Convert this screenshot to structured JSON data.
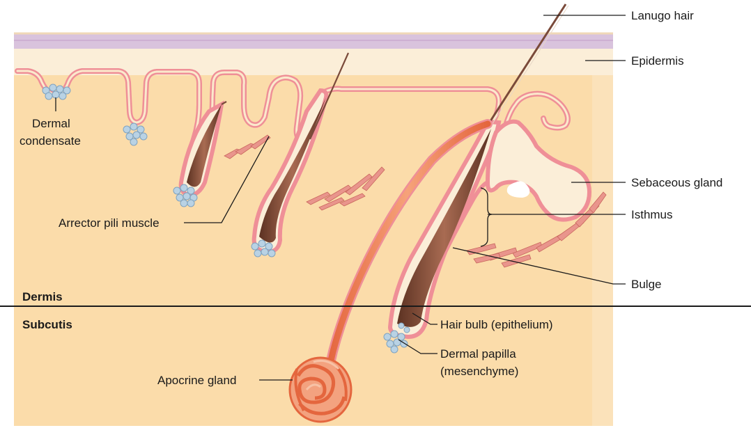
{
  "labels": {
    "lanugo_hair": "Lanugo hair",
    "epidermis": "Epidermis",
    "dermal_condensate_line1": "Dermal",
    "dermal_condensate_line2": "condensate",
    "sebaceous_gland": "Sebaceous gland",
    "isthmus": "Isthmus",
    "arrector_pili_muscle": "Arrector pili muscle",
    "bulge": "Bulge",
    "dermis": "Dermis",
    "subcutis": "Subcutis",
    "hair_bulb": "Hair bulb (epithelium)",
    "dermal_papilla_line1": "Dermal papilla",
    "dermal_papilla_line2": "(mesenchyme)",
    "apocrine_gland": "Apocrine gland"
  },
  "colors": {
    "tissue": "#fbdcaa",
    "subcutis": "#fbe3bc",
    "epidermis_light": "#fbeed8",
    "stratum_corneum": "#d9c3dd",
    "epithelium_border": "#ef8f97",
    "hair": "#7a4a3a",
    "gland": "#f08a5d",
    "dermal_cells": "#b9d2e4"
  }
}
